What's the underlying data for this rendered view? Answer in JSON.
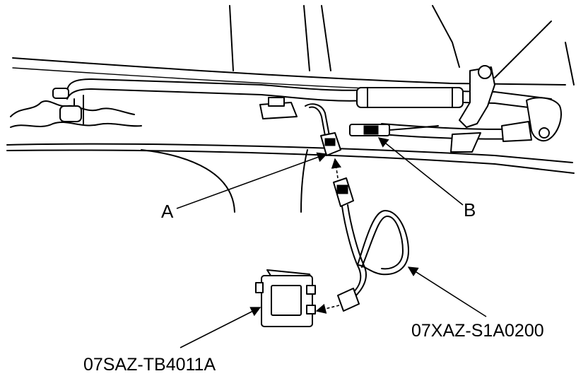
{
  "callouts": {
    "a": "A",
    "b": "B"
  },
  "parts": {
    "harness": "07XAZ-S1A0200",
    "control_unit": "07SAZ-TB4011A"
  }
}
